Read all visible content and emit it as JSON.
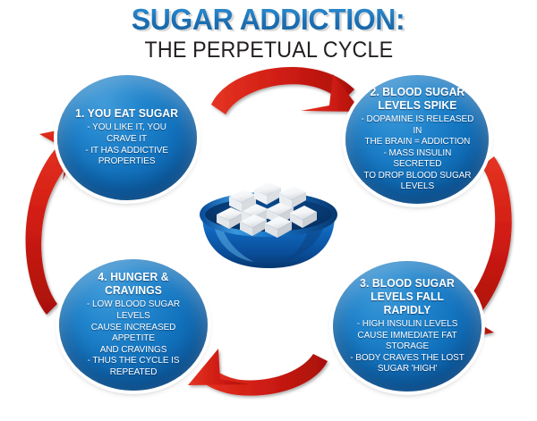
{
  "header": {
    "title": "SUGAR ADDICTION:",
    "subtitle": "THE PERPETUAL CYCLE"
  },
  "theme": {
    "circle_blue_light": "#3f9ad8",
    "circle_blue_mid": "#1272bd",
    "circle_blue_dark": "#0a4d8c",
    "arrow_red_light": "#e02b1c",
    "arrow_red_dark": "#b01010",
    "title_blue": "#1d72b8",
    "subtitle_black": "#231f20",
    "background": "#ffffff",
    "text_white": "#ffffff"
  },
  "center_graphic": {
    "name": "bowl-of-sugar-cubes",
    "bowl_color": "#0f5fb5",
    "cube_color": "#ffffff"
  },
  "cycle": {
    "nodes": [
      {
        "id": "node-1",
        "heading": "1. YOU EAT SUGAR",
        "heading_lines": [
          "1. YOU EAT",
          "SUGAR"
        ],
        "body_lines": [
          "- YOU LIKE IT, YOU",
          "CRAVE IT",
          "- IT HAS ADDICTIVE",
          "PROPERTIES"
        ]
      },
      {
        "id": "node-2",
        "heading": "2. BLOOD SUGAR LEVELS SPIKE",
        "heading_lines": [
          "2. BLOOD SUGAR",
          "LEVELS SPIKE"
        ],
        "body_lines": [
          "- DOPAMINE IS RELEASED IN",
          "THE BRAIN = ADDICTION",
          "- MASS INSULIN SECRETED",
          "TO DROP BLOOD SUGAR",
          "LEVELS"
        ]
      },
      {
        "id": "node-3",
        "heading": "3. BLOOD SUGAR LEVELS FALL RAPIDLY",
        "heading_lines": [
          "3. BLOOD SUGAR",
          "LEVELS FALL RAPIDLY"
        ],
        "body_lines": [
          "- HIGH INSULIN LEVELS",
          "CAUSE IMMEDIATE FAT",
          "STORAGE",
          "- BODY CRAVES THE LOST",
          "SUGAR 'HIGH'"
        ]
      },
      {
        "id": "node-4",
        "heading": "4. HUNGER & CRAVINGS",
        "heading_lines": [
          "4. HUNGER &",
          "CRAVINGS"
        ],
        "body_lines": [
          "- LOW BLOOD SUGAR LEVELS",
          "CAUSE INCREASED APPETITE",
          "AND CRAVINGS",
          "- THUS THE CYCLE IS",
          "REPEATED"
        ]
      }
    ],
    "arrows": [
      {
        "id": "arrow-top",
        "from": "node-1",
        "to": "node-2",
        "direction": "right"
      },
      {
        "id": "arrow-right",
        "from": "node-2",
        "to": "node-3",
        "direction": "down"
      },
      {
        "id": "arrow-bottom",
        "from": "node-3",
        "to": "node-4",
        "direction": "left"
      },
      {
        "id": "arrow-left",
        "from": "node-4",
        "to": "node-1",
        "direction": "up"
      }
    ]
  }
}
